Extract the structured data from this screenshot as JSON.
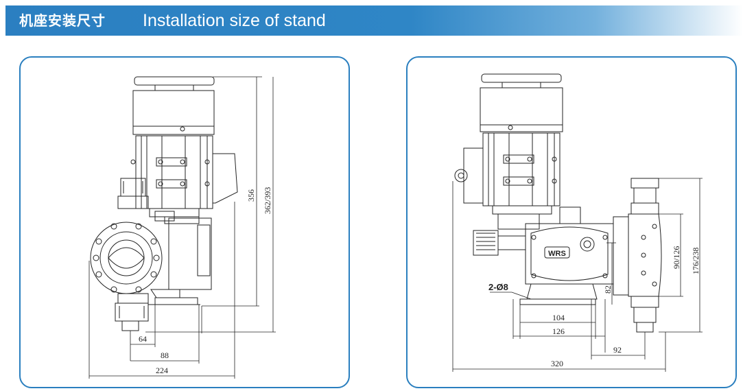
{
  "header": {
    "title_cn": "机座安装尺寸",
    "title_en": "Installation size of stand"
  },
  "left_drawing": {
    "dims": {
      "h_total": "356",
      "h_alt": "362/393",
      "w_64": "64",
      "w_88": "88",
      "w_224": "224"
    }
  },
  "right_drawing": {
    "brand": "WRS",
    "hole_label": "2-Ø8",
    "dims": {
      "h_82": "82",
      "h_90_126": "90/126",
      "h_176_238": "176/238",
      "w_104": "104",
      "w_126": "126",
      "w_92": "92",
      "w_320": "320"
    }
  },
  "colors": {
    "header_blue": "#2b7fc1",
    "panel_border": "#2a7fbf",
    "line": "#222222"
  }
}
